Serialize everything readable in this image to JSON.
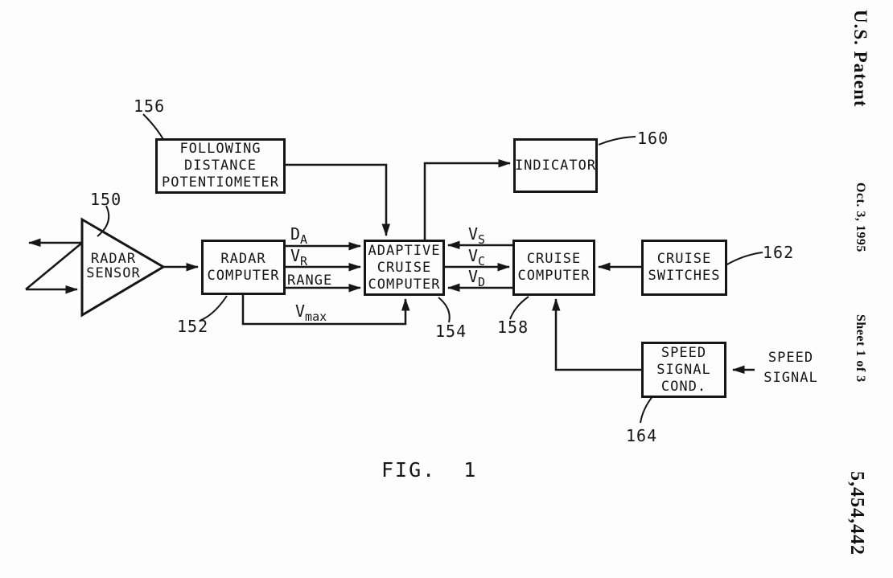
{
  "page": {
    "paper_color": "#fdfdfd",
    "ink_color": "#161616"
  },
  "margin": {
    "publisher": "U.S. Patent",
    "date": "Oct. 3, 1995",
    "sheet": "Sheet 1 of 3",
    "patent_number": "5,454,442"
  },
  "caption": "FIG.  1",
  "sensor": {
    "lines": [
      "RADAR",
      "SENSOR"
    ],
    "ref": "150"
  },
  "boxes": {
    "potentiometer": {
      "lines": [
        "FOLLOWING",
        "DISTANCE",
        "POTENTIOMETER"
      ],
      "ref": "156"
    },
    "radar_computer": {
      "lines": [
        "RADAR",
        "COMPUTER"
      ],
      "ref": "152"
    },
    "adaptive": {
      "lines": [
        "ADAPTIVE",
        "CRUISE",
        "COMPUTER"
      ],
      "ref": "154"
    },
    "indicator": {
      "lines": [
        "INDICATOR"
      ],
      "ref": "160"
    },
    "cruise_computer": {
      "lines": [
        "CRUISE",
        "COMPUTER"
      ],
      "ref": "158"
    },
    "cruise_switches": {
      "lines": [
        "CRUISE",
        "SWITCHES"
      ],
      "ref": "162"
    },
    "speed_cond": {
      "lines": [
        "SPEED",
        "SIGNAL",
        "COND."
      ],
      "ref": "164"
    }
  },
  "signals": {
    "da": {
      "main": "D",
      "sub": "A"
    },
    "vr": {
      "main": "V",
      "sub": "R"
    },
    "range": "RANGE",
    "vmax": {
      "main": "V",
      "sub": "max"
    },
    "vs": {
      "main": "V",
      "sub": "S"
    },
    "vc": {
      "main": "V",
      "sub": "C"
    },
    "vd": {
      "main": "V",
      "sub": "D"
    },
    "speed_signal": {
      "lines": [
        "SPEED",
        "SIGNAL"
      ]
    }
  }
}
